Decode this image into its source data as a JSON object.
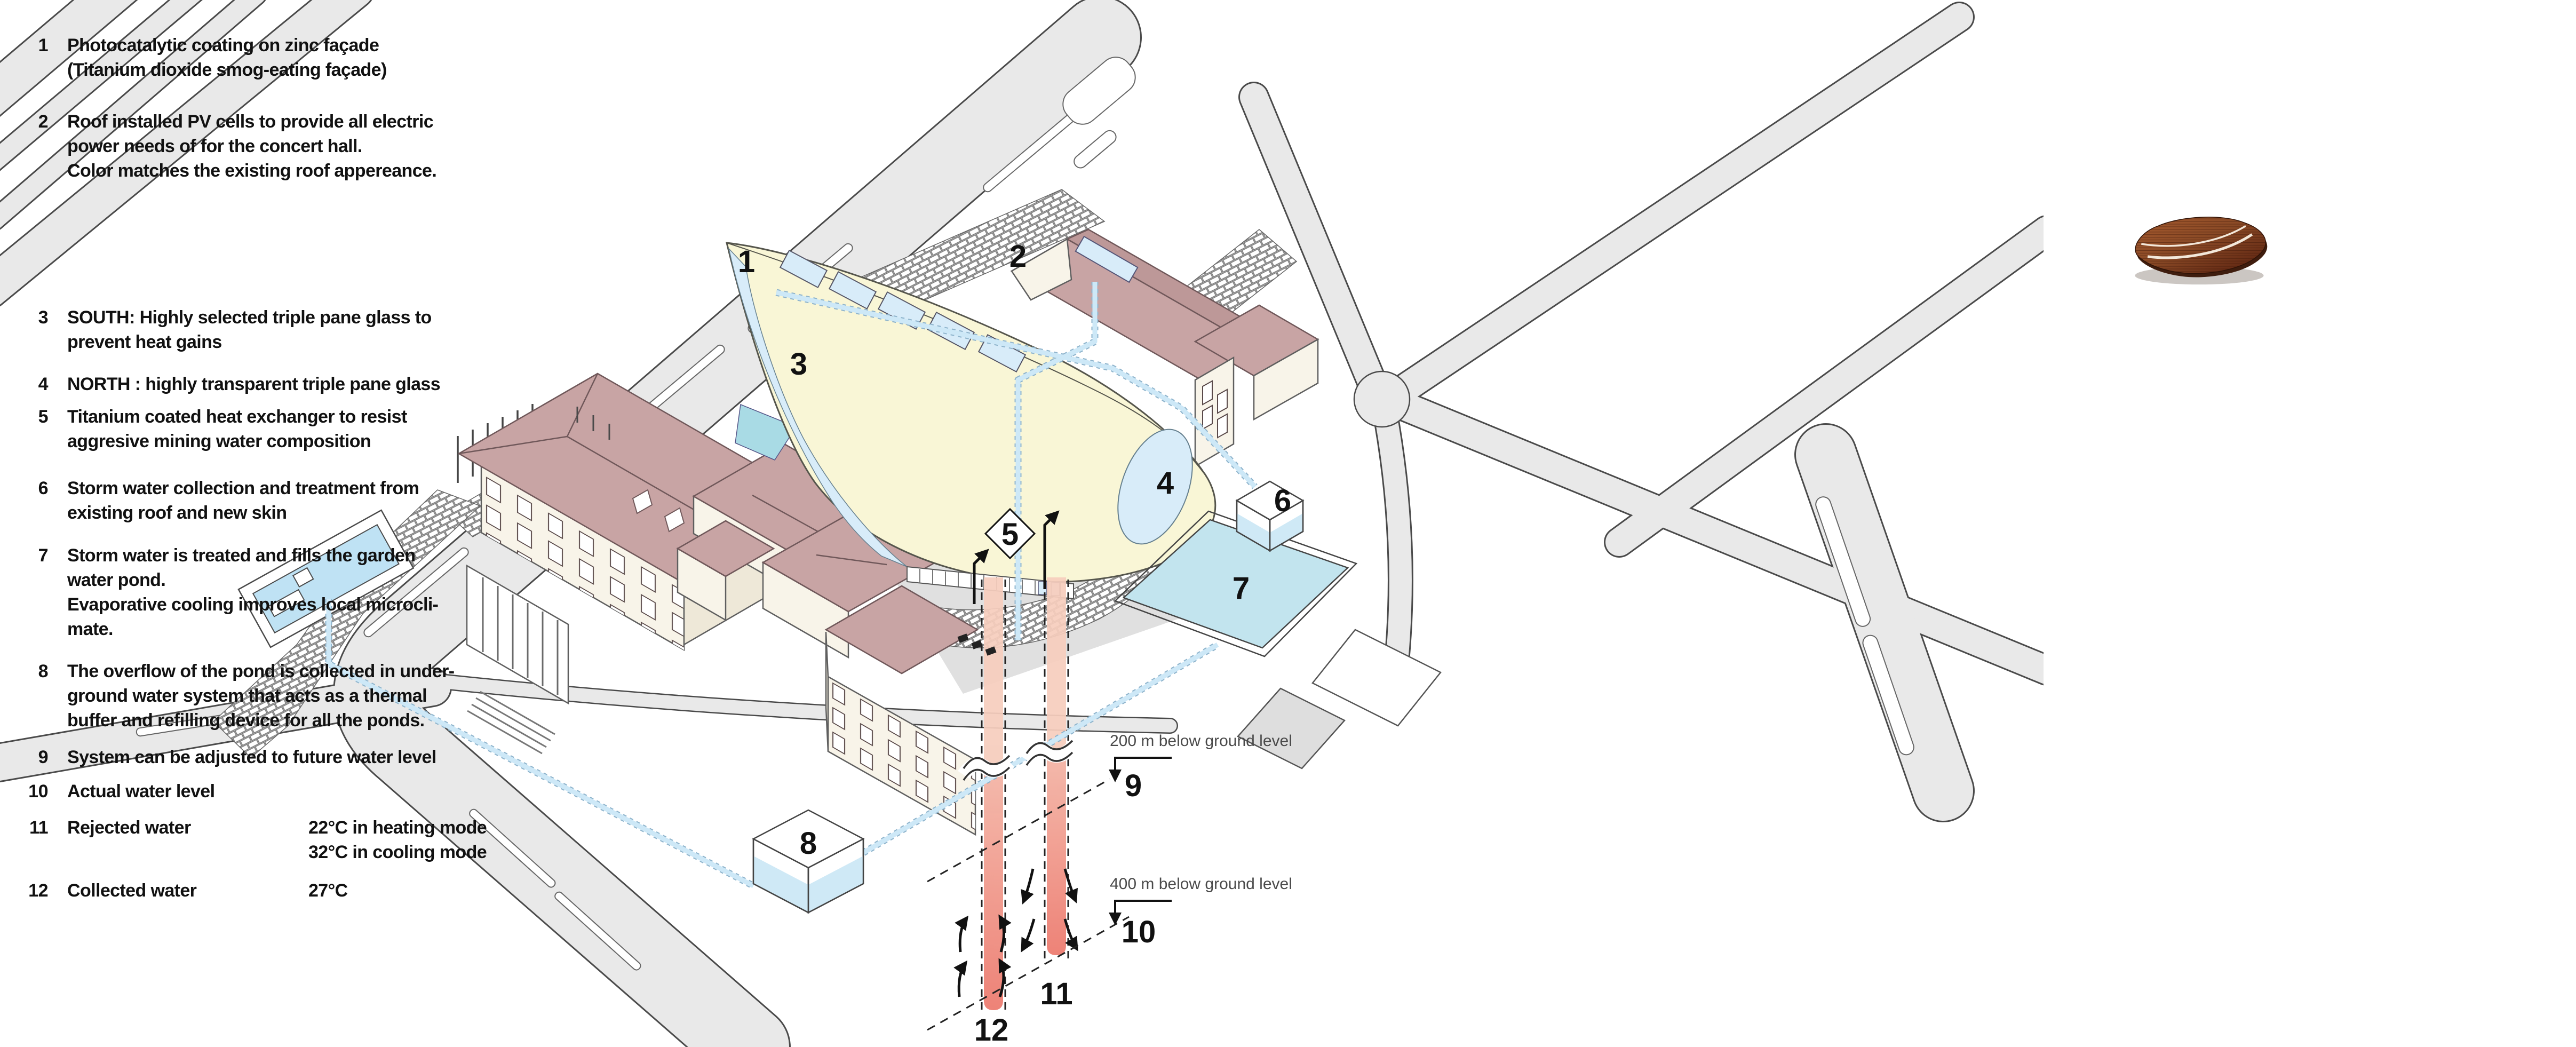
{
  "legend": {
    "items": [
      {
        "num": "1",
        "lines": [
          "Photocatalytic coating on zinc façade",
          "(Titanium dioxide smog-eating façade)"
        ]
      },
      {
        "num": "2",
        "lines": [
          "Roof installed PV cells to provide all electric",
          "power needs of for the concert hall.",
          "Color matches the existing roof appereance."
        ]
      },
      {
        "num": "3",
        "lines": [
          "SOUTH: Highly selected triple pane glass to",
          "prevent heat gains"
        ]
      },
      {
        "num": "4",
        "lines": [
          "NORTH : highly transparent triple pane glass"
        ]
      },
      {
        "num": "5",
        "lines": [
          "Titanium coated heat exchanger to resist",
          "aggresive mining water composition"
        ]
      },
      {
        "num": "6",
        "lines": [
          "Storm water collection and treatment from",
          "existing roof and new skin"
        ]
      },
      {
        "num": "7",
        "lines": [
          "Storm water is treated and fills the garden",
          "water pond.",
          "Evaporative cooling improves local microcli-",
          "mate."
        ]
      },
      {
        "num": "8",
        "lines": [
          "The overflow of the pond is collected in under-",
          "ground water system that acts as a thermal",
          "buffer and refilling device for all the ponds."
        ]
      },
      {
        "num": "9",
        "lines": [
          "System can be adjusted to future water level"
        ]
      },
      {
        "num": "10",
        "lines": [
          "Actual water level"
        ]
      },
      {
        "num": "11",
        "lines": [
          "Rejected water"
        ],
        "temps": [
          "22°C in heating mode",
          "32°C in cooling mode"
        ]
      },
      {
        "num": "12",
        "lines": [
          "Collected water"
        ],
        "temps": [
          "27°C"
        ]
      }
    ]
  },
  "diagram": {
    "callouts": [
      "1",
      "2",
      "3",
      "4",
      "5",
      "6",
      "7",
      "8",
      "9",
      "10",
      "11",
      "12"
    ],
    "depth_labels": [
      "200 m below ground level",
      "400 m below ground level"
    ],
    "icons": [
      "pv-cell-photo"
    ],
    "colors": {
      "hall_roof": "#f9f6d6",
      "existing_roof": "#c8a4a4",
      "glass": "#d8ecf9",
      "pond": "#c2e4ee",
      "borehole_deep": "#ee8478",
      "borehole_pale": "#f6cdbd",
      "road": "#e9e9e9",
      "pipe": "#cde8f7",
      "teal_pond": "#a9dbe5",
      "pv_copper": "#8a4a26"
    }
  }
}
